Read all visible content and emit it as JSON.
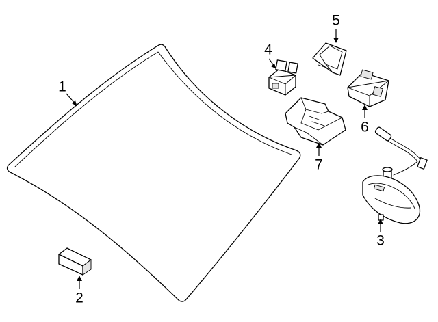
{
  "diagram": {
    "callouts": [
      {
        "id": "windshield",
        "number": "1"
      },
      {
        "id": "adhesive-block",
        "number": "2"
      },
      {
        "id": "rear-view-mirror",
        "number": "3"
      },
      {
        "id": "sensor-module",
        "number": "4"
      },
      {
        "id": "camera-bracket",
        "number": "5"
      },
      {
        "id": "camera-housing",
        "number": "6"
      },
      {
        "id": "mounting-bracket",
        "number": "7"
      }
    ],
    "colors": {
      "line": "#000000",
      "background": "#ffffff",
      "shade": "#e6e6e6"
    }
  }
}
